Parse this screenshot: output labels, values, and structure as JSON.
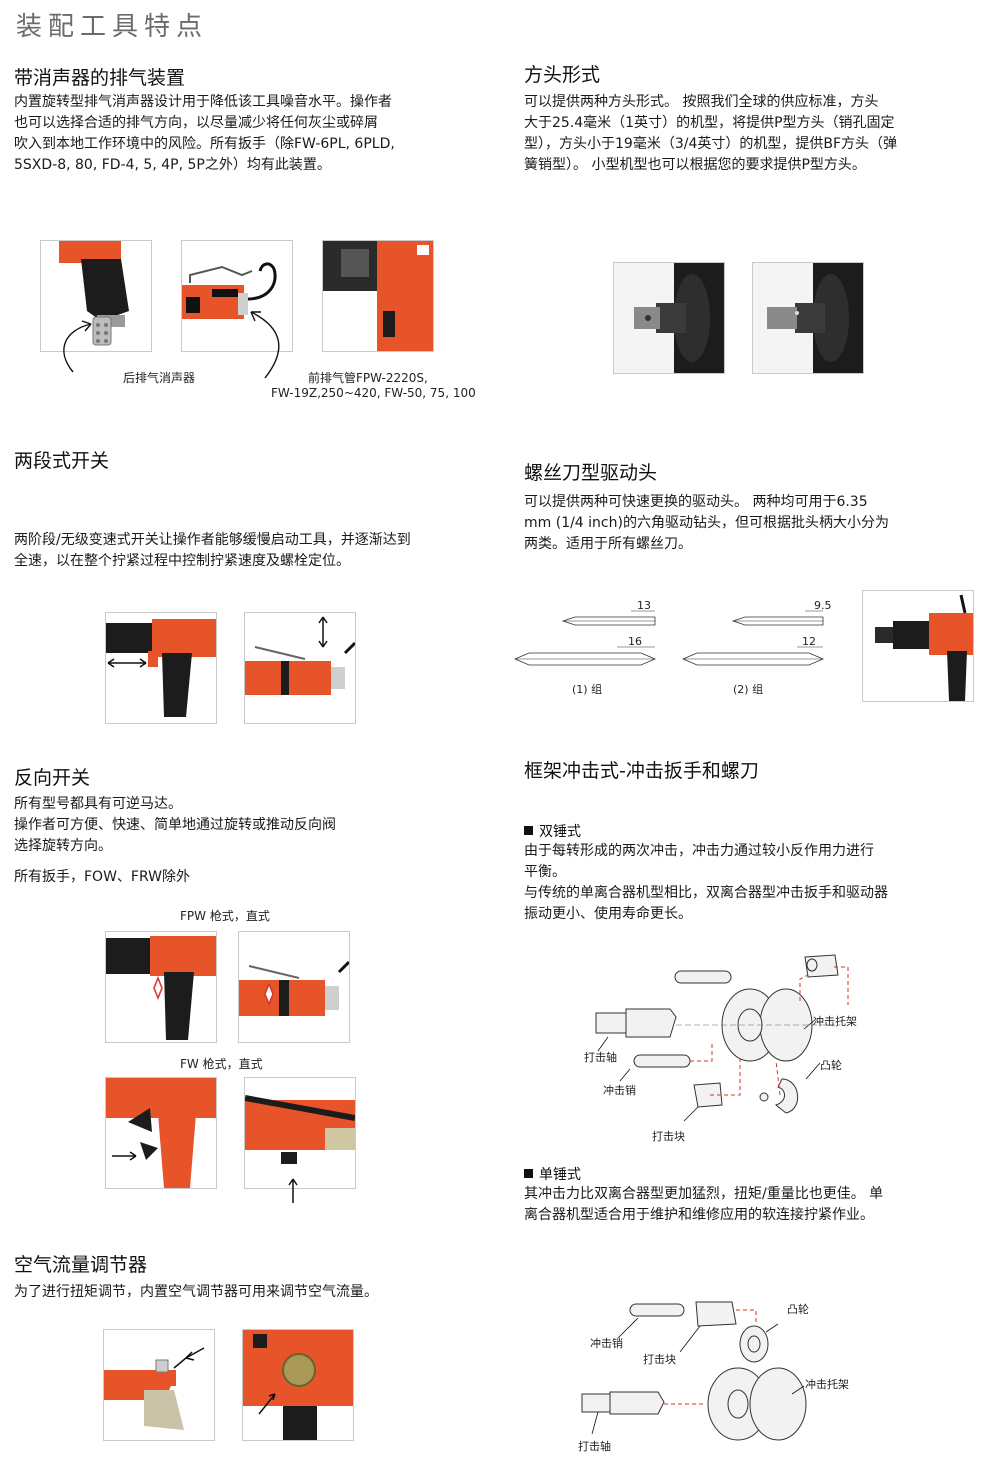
{
  "page_title": "装配工具特点",
  "muffler": {
    "heading": "带消声器的排气装置",
    "lines": [
      "内置旋转型排气消声器设计用于降低该工具噪音水平。操作者",
      "也可以选择合适的排气方向，以尽量减少将任何灰尘或碎屑",
      "吹入到本地工作环境中的风险。所有扳手（除FW-6PL, 6PLD,",
      "5SXD-8, 80, FD-4, 5, 4P, 5P之外）均有此装置。"
    ],
    "caption_rear": "后排气消声器",
    "caption_front_1": "前排气管FPW-2220S,",
    "caption_front_2": "FW-19Z,250~420, FW-50, 75, 100"
  },
  "square_drive": {
    "heading": "方头形式",
    "lines": [
      "可以提供两种方头形式。 按照我们全球的供应标准，方头",
      "大于25.4毫米（1英寸）的机型，将提供P型方头（销孔固定",
      "型），方头小于19毫米（3/4英寸）的机型，提供BF方头（弹",
      "簧销型）。 小型机型也可以根据您的要求提供P型方头。"
    ]
  },
  "two_stage": {
    "heading": "两段式开关",
    "lines": [
      "两阶段/无级变速式开关让操作者能够缓慢启动工具，并逐渐达到",
      "全速，以在整个拧紧过程中控制拧紧速度及螺栓定位。"
    ]
  },
  "screwdriver_bit": {
    "heading": "螺丝刀型驱动头",
    "lines": [
      "可以提供两种可快速更换的驱动头。 两种均可用于6.35",
      "mm (1/4 inch)的六角驱动钻头，但可根据批头柄大小分为",
      "两类。适用于所有螺丝刀。"
    ],
    "dim_13": "13",
    "dim_16": "16",
    "dim_95": "9.5",
    "dim_12": "12",
    "group1": "(1) 组",
    "group2": "(2) 组"
  },
  "reverse": {
    "heading": "反向开关",
    "lines": [
      "所有型号都具有可逆马达。",
      "操作者可方便、快速、简单地通过旋转或推动反向阀",
      "选择旋转方向。"
    ],
    "note": "所有扳手，FOW、FRW除外",
    "fpw_caption": "FPW 枪式，直式",
    "fw_caption": "FW 枪式，直式"
  },
  "impact": {
    "heading": "框架冲击式-冲击扳手和螺刀",
    "twin_title": "双锤式",
    "twin_lines": [
      "由于每转形成的两次冲击，冲击力通过较小反作用力进行",
      "平衡。",
      "与传统的单离合器机型相比，双离合器型冲击扳手和驱动器",
      "振动更小、使用寿命更长。"
    ],
    "twin_labels": {
      "cage": "冲击托架",
      "anvil": "打击轴",
      "cam": "凸轮",
      "pin": "冲击销",
      "hammer": "打击块"
    },
    "single_title": "单锤式",
    "single_lines": [
      "其冲击力比双离合器型更加猛烈，扭矩/重量比也更佳。 单",
      "离合器机型适合用于维护和维修应用的软连接拧紧作业。"
    ],
    "single_labels": {
      "cam": "凸轮",
      "pin": "冲击销",
      "hammer": "打击块",
      "cage": "冲击托架",
      "anvil": "打击轴"
    }
  },
  "air_flow": {
    "heading": "空气流量调节器",
    "lines": [
      "为了进行扭矩调节，内置空气调节器可用来调节空气流量。"
    ]
  },
  "colors": {
    "tool_orange": "#e8542a",
    "tool_black": "#1c1c1c",
    "red_arrow": "#d9302a",
    "title_gray": "#6b6b6b"
  }
}
